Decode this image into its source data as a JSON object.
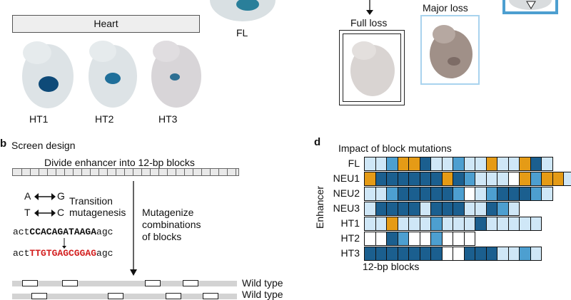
{
  "colors": {
    "dark_blue": "#1b5f8f",
    "mid_blue": "#4d9fd0",
    "light_blue": "#cfe7f7",
    "orange": "#e59b16",
    "white": "#ffffff",
    "red_sequence": "#d32020"
  },
  "panel_a": {
    "heart_label": "Heart",
    "fl_label": "FL",
    "heart_embryos": [
      "HT1",
      "HT2",
      "HT3"
    ],
    "full_loss_label": "Full loss",
    "major_loss_label": "Major loss"
  },
  "panel_b": {
    "letter": "b",
    "title": "Screen design",
    "divide_label": "Divide enhancer into 12-bp blocks",
    "transition_a": "A",
    "transition_g": "G",
    "transition_t": "T",
    "transition_c": "C",
    "transition_text_1": "Transition",
    "transition_text_2": "mutagenesis",
    "seq_wt_prefix": "act",
    "seq_wt_core": "CCACAGATAAGA",
    "seq_wt_suffix": "agc",
    "seq_mut_prefix": "act",
    "seq_mut_core": "TTGTGAGCGGAG",
    "seq_mut_suffix": "agc",
    "mutagenize_1": "Mutagenize",
    "mutagenize_2": "combinations",
    "mutagenize_3": "of blocks",
    "wild_type_1": "Wild type",
    "wild_type_2": "Wild type"
  },
  "panel_d": {
    "letter": "d",
    "title": "Impact of block mutations",
    "y_axis_label": "Enhancer",
    "x_axis_label": "12-bp blocks",
    "rows": [
      {
        "name": "FL",
        "blocks": [
          "L",
          "L",
          "M",
          "O",
          "O",
          "D",
          "L",
          "L",
          "M",
          "L",
          "L",
          "O",
          "L",
          "L",
          "O",
          "D",
          "L"
        ]
      },
      {
        "name": "NEU1",
        "blocks": [
          "O",
          "D",
          "D",
          "D",
          "D",
          "D",
          "D",
          "O",
          "D",
          "M",
          "L",
          "L",
          "L",
          "W",
          "O",
          "M",
          "O",
          "O",
          "L",
          "L"
        ]
      },
      {
        "name": "NEU2",
        "blocks": [
          "L",
          "L",
          "M",
          "D",
          "D",
          "D",
          "D",
          "D",
          "M",
          "W",
          "L",
          "M",
          "D",
          "D",
          "D",
          "M",
          "L"
        ]
      },
      {
        "name": "NEU3",
        "blocks": [
          "L",
          "D",
          "D",
          "D",
          "D",
          "L",
          "D",
          "D",
          "D",
          "L",
          "L",
          "D",
          "M",
          "L"
        ]
      },
      {
        "name": "HT1",
        "blocks": [
          "L",
          "L",
          "O",
          "L",
          "L",
          "L",
          "M",
          "L",
          "L",
          "L",
          "D",
          "L",
          "L",
          "L",
          "L",
          "L"
        ]
      },
      {
        "name": "HT2",
        "blocks": [
          "W",
          "W",
          "D",
          "M",
          "W",
          "W",
          "M",
          "W",
          "W",
          "W"
        ]
      },
      {
        "name": "HT3",
        "blocks": [
          "D",
          "D",
          "D",
          "D",
          "D",
          "D",
          "D",
          "W",
          "W",
          "D",
          "D",
          "D",
          "L",
          "L",
          "M",
          "L"
        ]
      }
    ]
  }
}
